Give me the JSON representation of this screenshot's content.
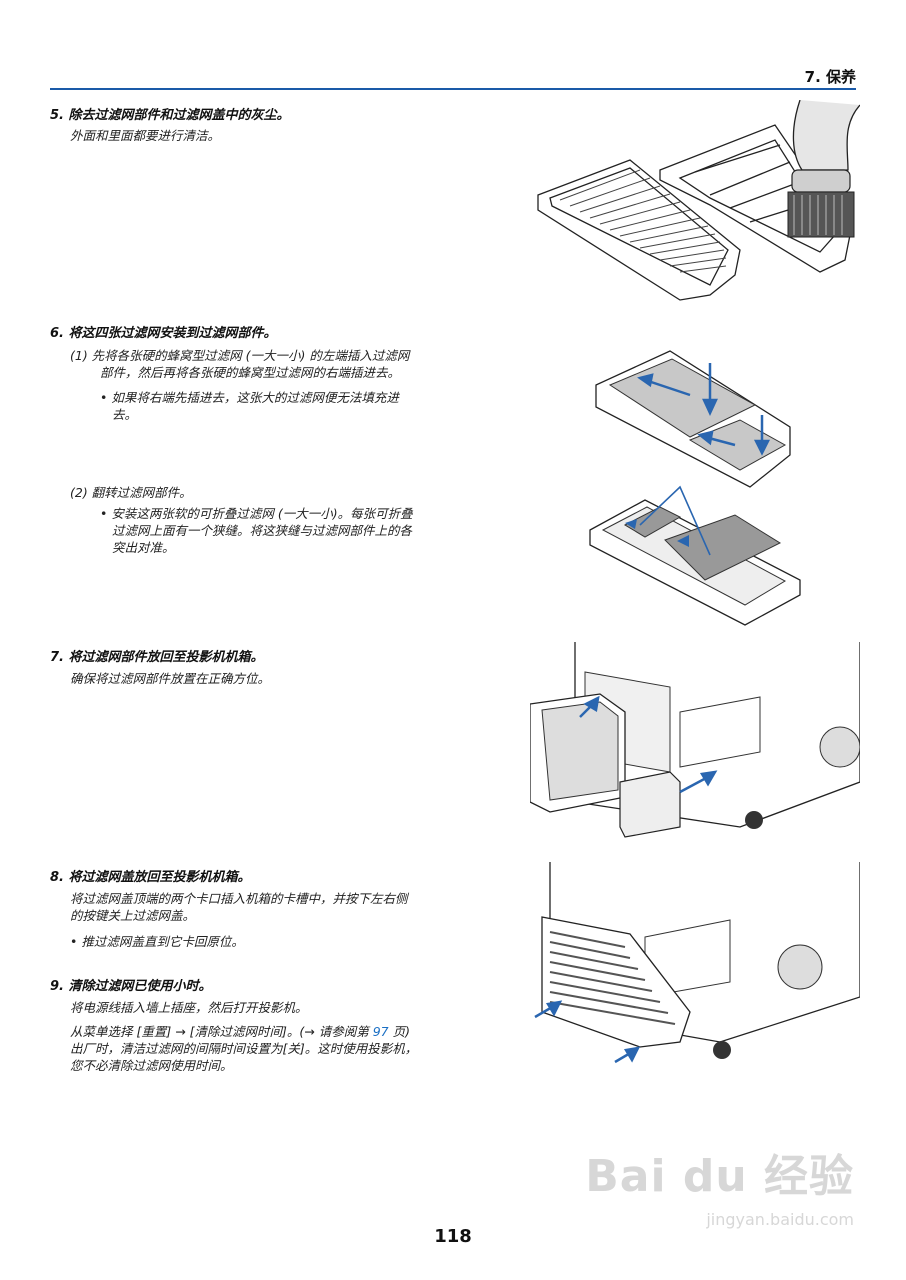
{
  "header": {
    "section": "7. 保养"
  },
  "steps": {
    "s5": {
      "title": "5. 除去过滤网部件和过滤网盖中的灰尘。",
      "text": "外面和里面都要进行清洁。"
    },
    "s6": {
      "title": "6. 将这四张过滤网安装到过滤网部件。",
      "sub1_l1": "(1)  先将各张硬的蜂窝型过滤网 (一大一小) 的左端插入过滤网",
      "sub1_l2": "部件，然后再将各张硬的蜂窝型过滤网的右端插进去。",
      "sub1_b_l1": "• 如果将右端先插进去，这张大的过滤网便无法填充进",
      "sub1_b_l2": "去。",
      "sub2": "(2)  翻转过滤网部件。",
      "sub2_b_l1": "• 安装这两张软的可折叠过滤网 (一大一小)。每张可折叠",
      "sub2_b_l2": "过滤网上面有一个狭缝。将这狭缝与过滤网部件上的各",
      "sub2_b_l3": "突出对准。"
    },
    "s7": {
      "title": "7. 将过滤网部件放回至投影机机箱。",
      "text": "确保将过滤网部件放置在正确方位。"
    },
    "s8": {
      "title": "8. 将过滤网盖放回至投影机机箱。",
      "text_l1": "将过滤网盖顶端的两个卡口插入机箱的卡槽中，并按下左右侧",
      "text_l2": "的按键关上过滤网盖。",
      "bullet": "•   推过滤网盖直到它卡回原位。"
    },
    "s9": {
      "title": "9. 清除过滤网已使用小时。",
      "text1": "将电源线插入墙上插座，然后打开投影机。",
      "text2_a": "从菜单选择 [重置] → [清除过滤网时间]。(→ 请参阅第 ",
      "text2_link": "97",
      "text2_b": " 页)",
      "text3": "出厂时，清洁过滤网的间隔时间设置为[关]。这时使用投影机，",
      "text4": "您不必清除过滤网使用时间。"
    }
  },
  "page_number": "118",
  "watermark": {
    "brand": "Bai du 经验",
    "url": "jingyan.baidu.com"
  },
  "colors": {
    "rule": "#1a5aa8",
    "arrow": "#2a66b0",
    "link": "#1a6fc4"
  }
}
